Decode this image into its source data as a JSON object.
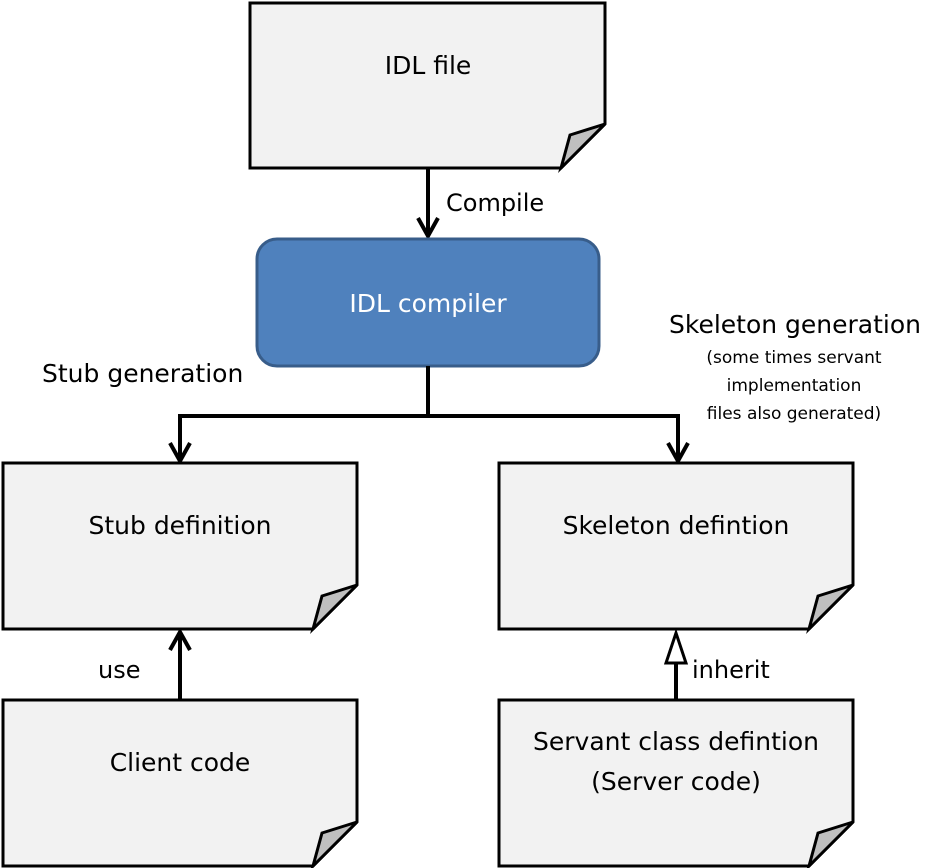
{
  "nodes": {
    "idl_file": "IDL file",
    "idl_compiler": "IDL compiler",
    "stub_definition": "Stub definition",
    "skeleton_definition": "Skeleton defintion",
    "client_code": "Client code",
    "servant_class": {
      "line1": "Servant class defintion",
      "line2": "(Server code)"
    }
  },
  "edges": {
    "compile": "Compile",
    "stub_generation": "Stub generation",
    "skeleton_generation": "Skeleton generation",
    "skeleton_note": {
      "line1": "(some times servant",
      "line2": "implementation",
      "line3": "files also generated)"
    },
    "use": "use",
    "inherit": "inherit"
  },
  "colors": {
    "document_fill": "#f2f2f2",
    "fold_fill": "#bfbfbf",
    "compiler_fill": "#4f81bd",
    "compiler_stroke": "#385d8a",
    "compiler_text": "#ffffff",
    "stroke": "#000000"
  }
}
